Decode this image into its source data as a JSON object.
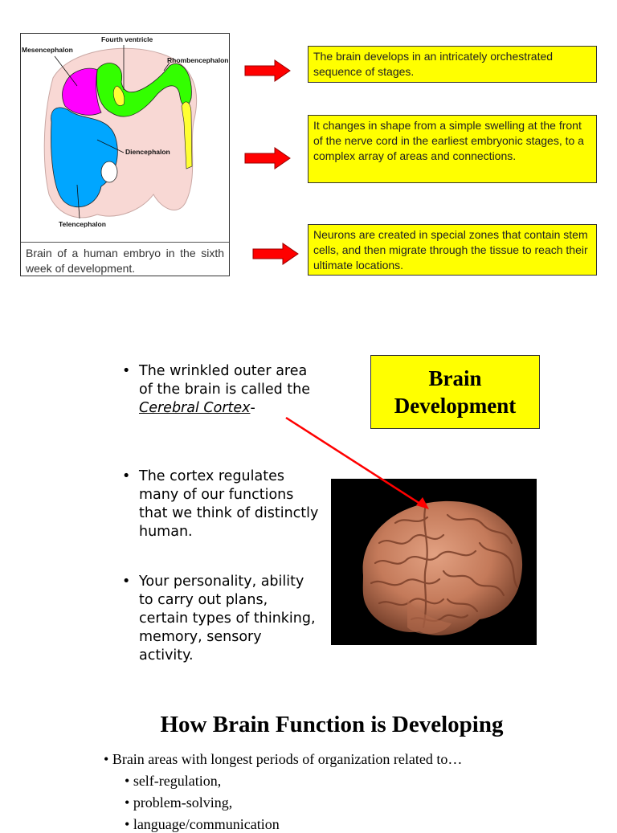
{
  "diagram": {
    "labels": {
      "fourth_ventricle": "Fourth ventricle",
      "mesencephalon": "Mesencephalon",
      "rhombencephalon": "Rhombencephalon",
      "diencephalon": "Diencephalon",
      "telencephalon": "Telencephalon"
    },
    "caption": "Brain of a human embryo in the sixth week of development.",
    "colors": {
      "mesencephalon": "#ff00ff",
      "rhombencephalon": "#33ff00",
      "telencephalon": "#00a6ff",
      "fourth_ventricle": "#ffff33",
      "embryo": "#f8d8d4"
    }
  },
  "callouts": [
    {
      "text": "The brain develops in an intricately orchestrated sequence of stages."
    },
    {
      "text": "It changes in shape from a simple swelling at the front of the nerve cord in the earliest embryonic stages, to a complex array of areas and connections."
    },
    {
      "text_before": "Neurons are created in special zones that contain ",
      "link": "stem cells",
      "text_after": ", and then migrate through the tissue to reach their ultimate locations."
    }
  ],
  "title": {
    "line1": "Brain",
    "line2": "Development"
  },
  "bullets": {
    "item1": {
      "before": "The wrinkled outer area of the brain is called the ",
      "term": "Cerebral Cortex",
      "after": "-"
    },
    "item2": "The cortex regulates many of our functions that we think of distinctly human.",
    "item3": "Your personality, ability to carry out plans, certain types of thinking, memory, sensory activity."
  },
  "function": {
    "heading": "How Brain Function is Developing",
    "intro": "Brain areas with longest periods of organization related to…",
    "items": [
      "self-regulation,",
      "problem-solving,",
      "language/communication"
    ]
  },
  "accent_colors": {
    "callout_bg": "#ffff00",
    "arrow": "#ff0000"
  }
}
